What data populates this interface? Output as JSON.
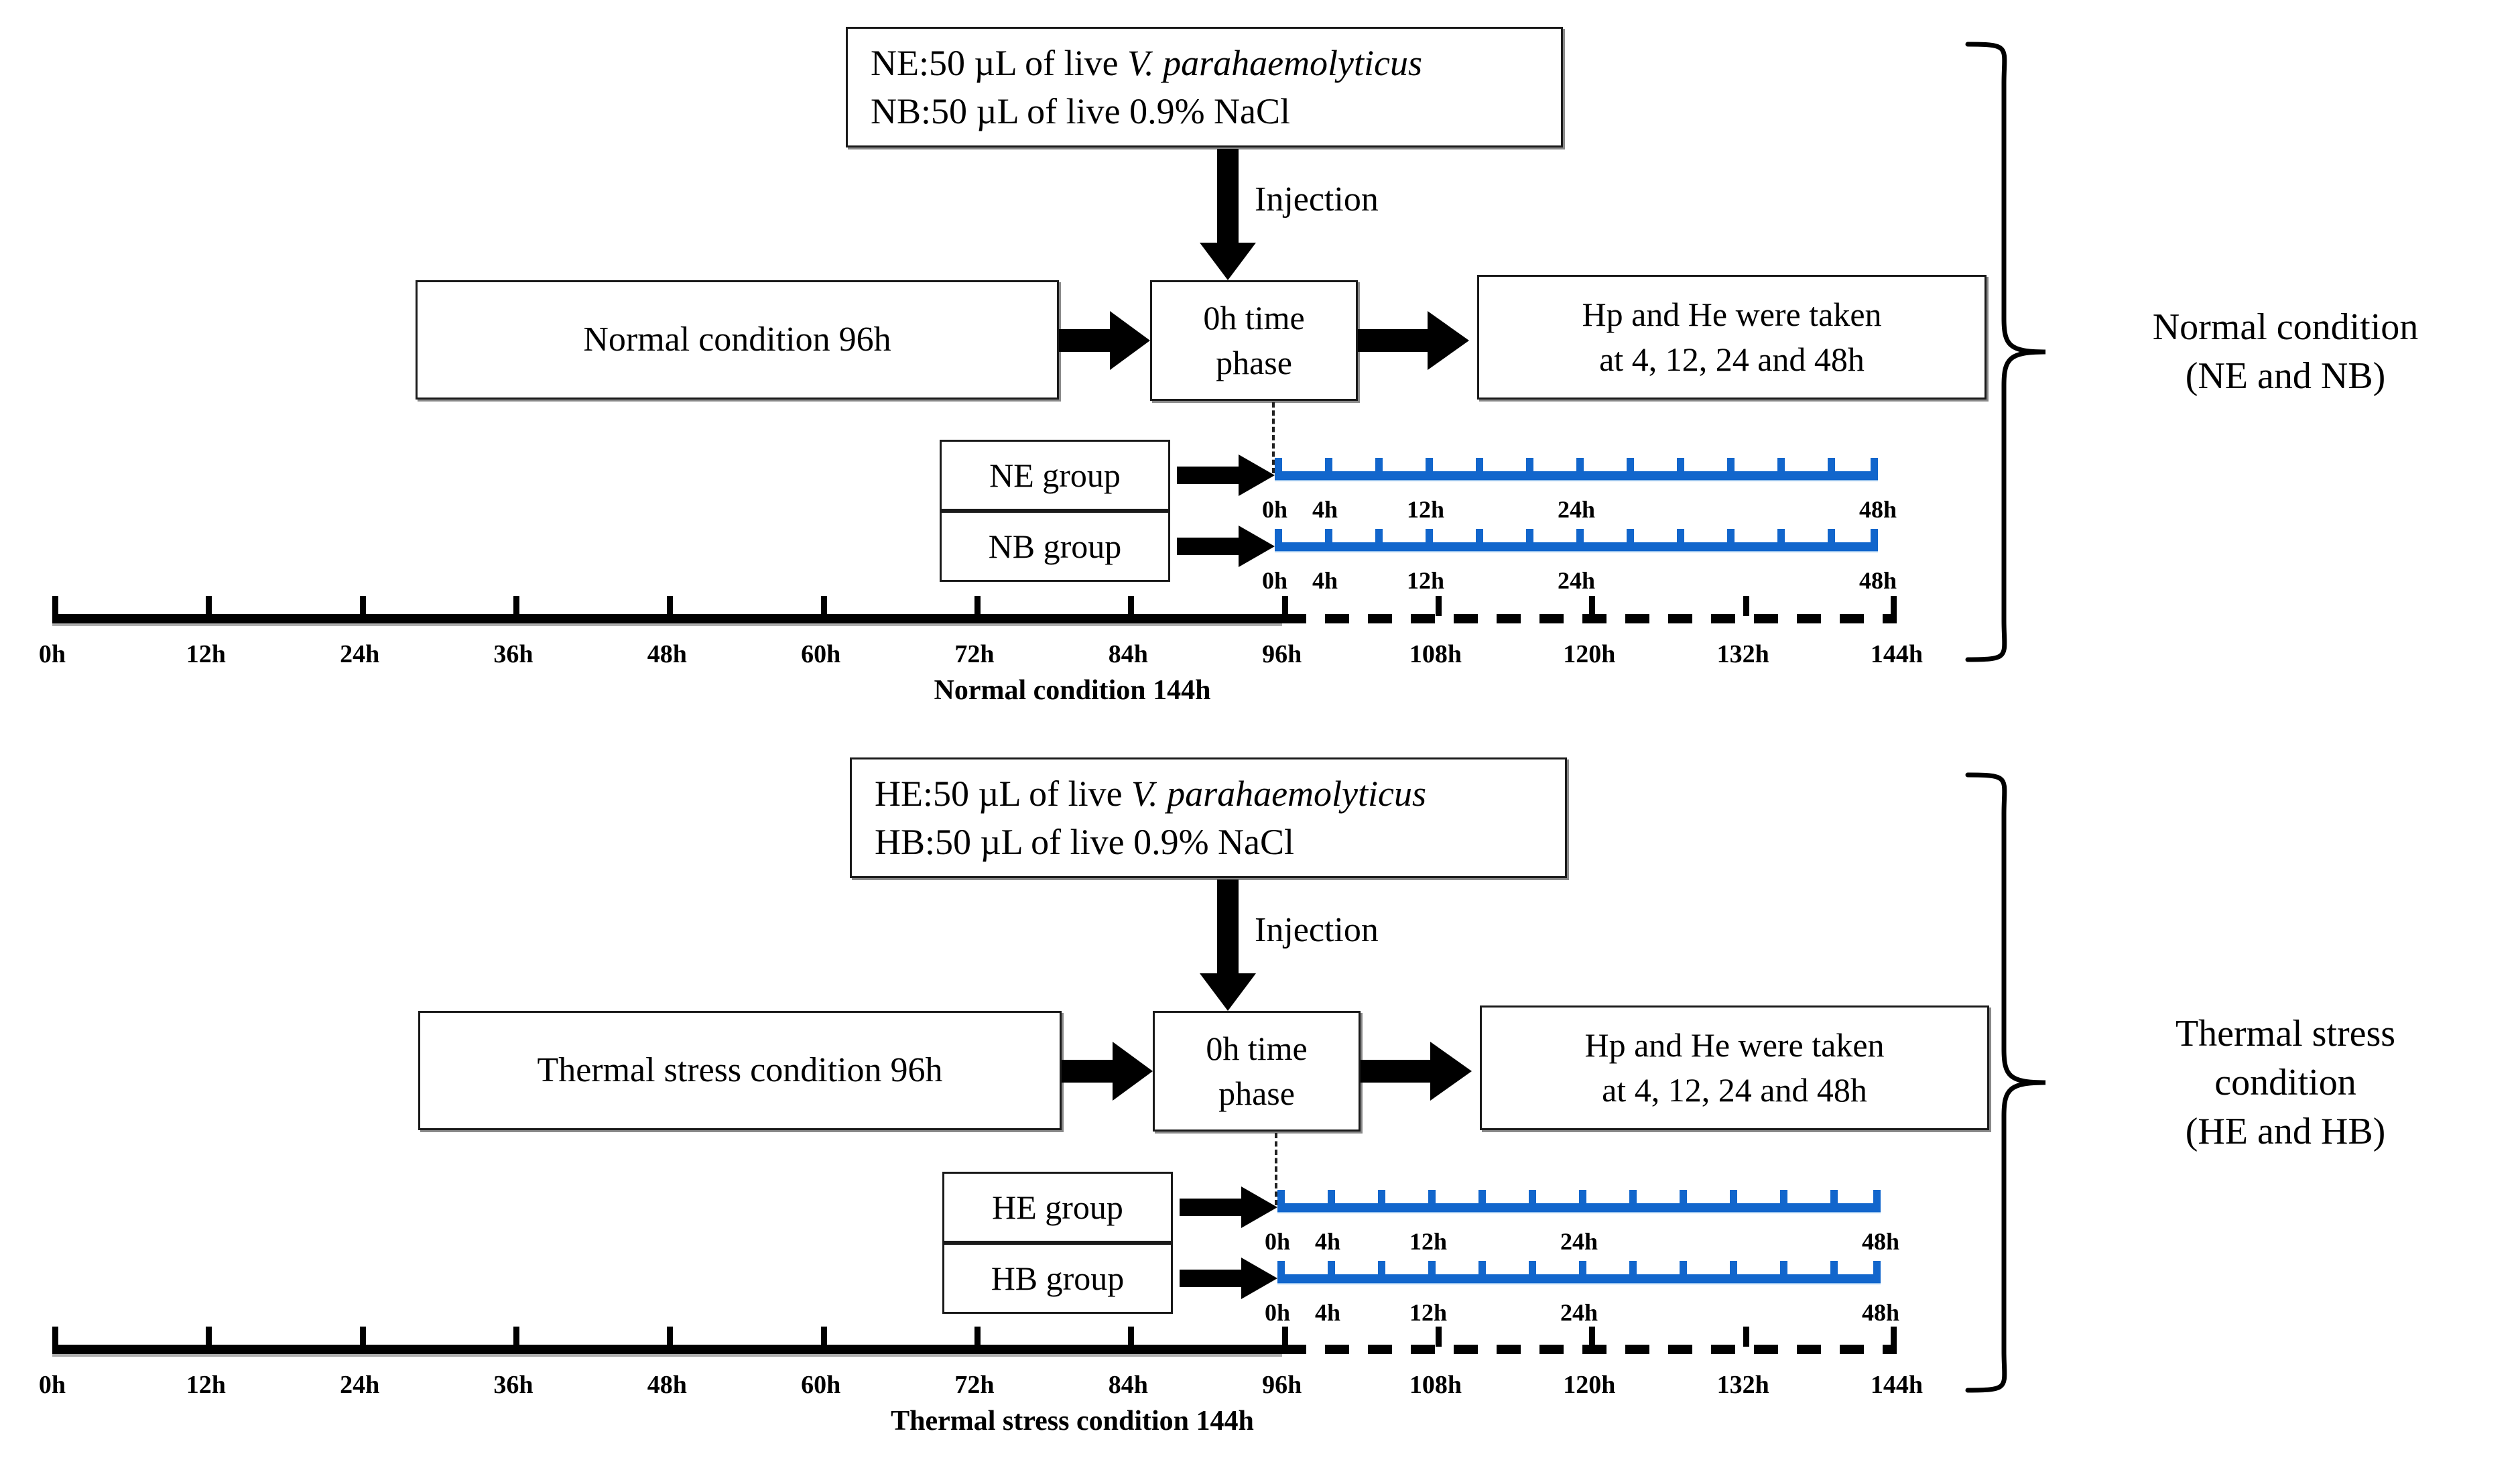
{
  "figure": {
    "type": "experimental-timeline-diagram",
    "accent_blue": "#1266CC",
    "line_black": "#000000"
  },
  "panels": [
    {
      "id": "normal",
      "treatment_box": {
        "line1_prefix": "NE:50 µL of live ",
        "line1_italic": "V. parahaemolyticus",
        "line2": "NB:50 µL of live 0.9% NaCl"
      },
      "injection_label": "Injection",
      "condition_box": "Normal condition 96h",
      "time_phase_box_line1": "0h time",
      "time_phase_box_line2": "phase",
      "sampling_box_line1": "Hp and He were taken",
      "sampling_box_line2": "at 4, 12, 24 and 48h",
      "groups": [
        {
          "label": "NE group"
        },
        {
          "label": "NB group"
        }
      ],
      "sampling_axis": {
        "ticks_h": [
          0,
          4,
          8,
          12,
          16,
          20,
          24,
          28,
          32,
          36,
          40,
          44,
          48
        ],
        "labels": [
          {
            "h": 0,
            "text": "0h"
          },
          {
            "h": 4,
            "text": "4h"
          },
          {
            "h": 12,
            "text": "12h"
          },
          {
            "h": 24,
            "text": "24h"
          },
          {
            "h": 48,
            "text": "48h"
          }
        ],
        "range_h": [
          0,
          48
        ]
      },
      "main_axis": {
        "range_h": [
          0,
          144
        ],
        "solid_until_h": 96,
        "ticks_h": [
          0,
          12,
          24,
          36,
          48,
          60,
          72,
          84,
          96,
          108,
          120,
          132,
          144
        ],
        "labels": [
          "0h",
          "12h",
          "24h",
          "36h",
          "48h",
          "60h",
          "72h",
          "84h",
          "96h",
          "108h",
          "120h",
          "132h",
          "144h"
        ],
        "caption": "Normal condition 144h"
      },
      "brace_label": "Normal condition\n(NE and NB)"
    },
    {
      "id": "thermal",
      "treatment_box": {
        "line1_prefix": "HE:50 µL of live ",
        "line1_italic": "V. parahaemolyticus",
        "line2": "HB:50 µL of live 0.9% NaCl"
      },
      "injection_label": "Injection",
      "condition_box": "Thermal stress condition 96h",
      "time_phase_box_line1": "0h time",
      "time_phase_box_line2": "phase",
      "sampling_box_line1": "Hp and He were taken",
      "sampling_box_line2": "at 4, 12, 24 and 48h",
      "groups": [
        {
          "label": "HE group"
        },
        {
          "label": "HB group"
        }
      ],
      "sampling_axis": {
        "ticks_h": [
          0,
          4,
          8,
          12,
          16,
          20,
          24,
          28,
          32,
          36,
          40,
          44,
          48
        ],
        "labels": [
          {
            "h": 0,
            "text": "0h"
          },
          {
            "h": 4,
            "text": "4h"
          },
          {
            "h": 12,
            "text": "12h"
          },
          {
            "h": 24,
            "text": "24h"
          },
          {
            "h": 48,
            "text": "48h"
          }
        ],
        "range_h": [
          0,
          48
        ]
      },
      "main_axis": {
        "range_h": [
          0,
          144
        ],
        "solid_until_h": 96,
        "ticks_h": [
          0,
          12,
          24,
          36,
          48,
          60,
          72,
          84,
          96,
          108,
          120,
          132,
          144
        ],
        "labels": [
          "0h",
          "12h",
          "24h",
          "36h",
          "48h",
          "60h",
          "72h",
          "84h",
          "96h",
          "108h",
          "120h",
          "132h",
          "144h"
        ],
        "caption": "Thermal stress condition 144h"
      },
      "brace_label": "Thermal stress\ncondition\n(HE and HB)"
    }
  ]
}
